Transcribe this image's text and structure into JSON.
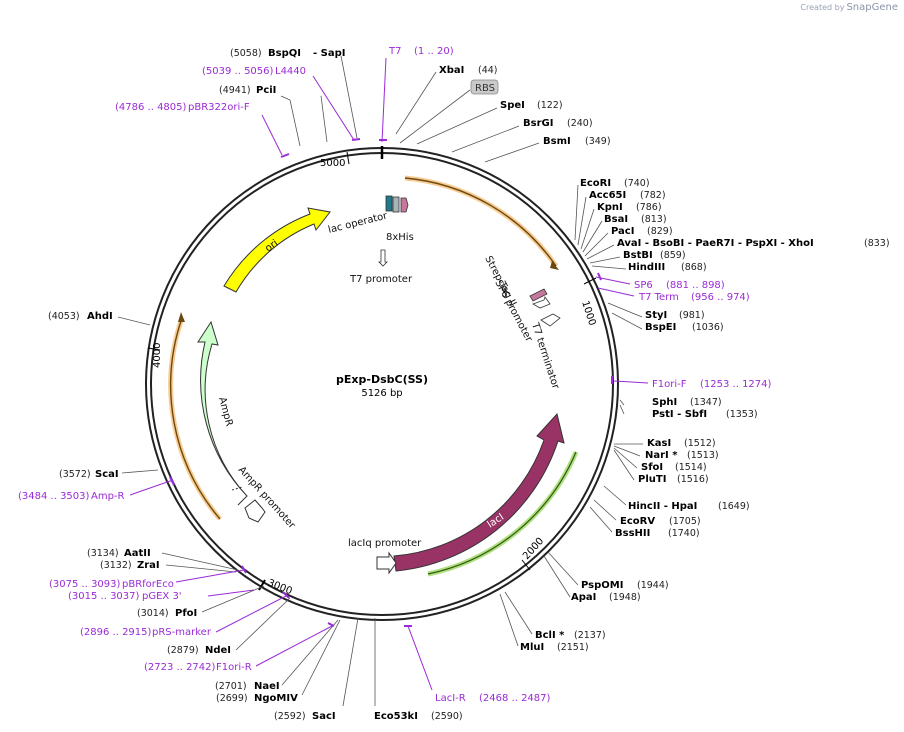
{
  "credit": {
    "prefix": "Created by",
    "brand": "SnapGene"
  },
  "plasmid": {
    "name": "pExp-DsbC(SS)",
    "length": "5126 bp"
  },
  "ticks": [
    "5000",
    "1000",
    "2000",
    "3000",
    "4000"
  ],
  "sites": [
    {
      "name": "BspQI",
      "num": "(5058)"
    },
    {
      "name": "- SapI",
      "num": ""
    },
    {
      "name": "PciI",
      "num": "(4941)"
    },
    {
      "name": "XbaI",
      "num": "(44)"
    },
    {
      "name": "SpeI",
      "num": "(122)"
    },
    {
      "name": "BsrGI",
      "num": "(240)"
    },
    {
      "name": "BsmI",
      "num": "(349)"
    },
    {
      "name": "EcoRI",
      "num": "(740)"
    },
    {
      "name": "Acc65I",
      "num": "(782)"
    },
    {
      "name": "KpnI",
      "num": "(786)"
    },
    {
      "name": "BsaI",
      "num": "(813)"
    },
    {
      "name": "PacI",
      "num": "(829)"
    },
    {
      "name": "AvaI - BsoBI - PaeR7I - PspXI - XhoI",
      "num": "(833)"
    },
    {
      "name": "BstBI",
      "num": "(859)"
    },
    {
      "name": "HindIII",
      "num": "(868)"
    },
    {
      "name": "StyI",
      "num": "(981)"
    },
    {
      "name": "BspEI",
      "num": "(1036)"
    },
    {
      "name": "SphI",
      "num": "(1347)"
    },
    {
      "name": "PstI - SbfI",
      "num": "(1353)"
    },
    {
      "name": "KasI",
      "num": "(1512)"
    },
    {
      "name": "NarI *",
      "num": "(1513)"
    },
    {
      "name": "SfoI",
      "num": "(1514)"
    },
    {
      "name": "PluTI",
      "num": "(1516)"
    },
    {
      "name": "HincII - HpaI",
      "num": "(1649)"
    },
    {
      "name": "EcoRV",
      "num": "(1705)"
    },
    {
      "name": "BssHII",
      "num": "(1740)"
    },
    {
      "name": "PspOMI",
      "num": "(1944)"
    },
    {
      "name": "ApaI",
      "num": "(1948)"
    },
    {
      "name": "BclI *",
      "num": "(2137)"
    },
    {
      "name": "MluI",
      "num": "(2151)"
    },
    {
      "name": "Eco53kI",
      "num": "(2590)"
    },
    {
      "name": "SacI",
      "num": "(2592)"
    },
    {
      "name": "NgoMIV",
      "num": "(2699)"
    },
    {
      "name": "NaeI",
      "num": "(2701)"
    },
    {
      "name": "NdeI",
      "num": "(2879)"
    },
    {
      "name": "PfoI",
      "num": "(3014)"
    },
    {
      "name": "ZraI",
      "num": "(3132)"
    },
    {
      "name": "AatII",
      "num": "(3134)"
    },
    {
      "name": "ScaI",
      "num": "(3572)"
    },
    {
      "name": "AhdI",
      "num": "(4053)"
    }
  ],
  "primers": [
    {
      "name": "T7",
      "range": "(1 .. 20)"
    },
    {
      "name": "L4440",
      "range": "(5039 .. 5056)"
    },
    {
      "name": "pBR322ori-F",
      "range": "(4786 .. 4805)"
    },
    {
      "name": "SP6",
      "range": "(881 .. 898)"
    },
    {
      "name": "T7 Term",
      "range": "(956 .. 974)"
    },
    {
      "name": "F1ori-F",
      "range": "(1253 .. 1274)"
    },
    {
      "name": "LacI-R",
      "range": "(2468 .. 2487)"
    },
    {
      "name": "F1ori-R",
      "range": "(2723 .. 2742)"
    },
    {
      "name": "pRS-marker",
      "range": "(2896 .. 2915)"
    },
    {
      "name": "pGEX 3'",
      "range": "(3015 .. 3037)"
    },
    {
      "name": "pBRforEco",
      "range": "(3075 .. 3093)"
    },
    {
      "name": "Amp-R",
      "range": "(3484 .. 3503)"
    }
  ],
  "features": {
    "rbs": "RBS",
    "lac_operator": "lac operator",
    "his": "8xHis",
    "t7_promoter": "T7 promoter",
    "strep": "Strep-Tag II",
    "sp6_promoter": "SP6 promoter",
    "t7_terminator": "T7 terminator",
    "ori": "ori",
    "ampr": "AmpR",
    "ampr_promoter": "AmpR promoter",
    "laci": "lacI",
    "laciq_promoter": "lacIq promoter"
  },
  "colors": {
    "backbone": "#222222",
    "primer": "#9a2bd6",
    "ori": "#ffff00",
    "ampr": "#ccffcc",
    "laci": "#993366",
    "orange_line": "#f2a33a",
    "green_line": "#8ed04a"
  }
}
